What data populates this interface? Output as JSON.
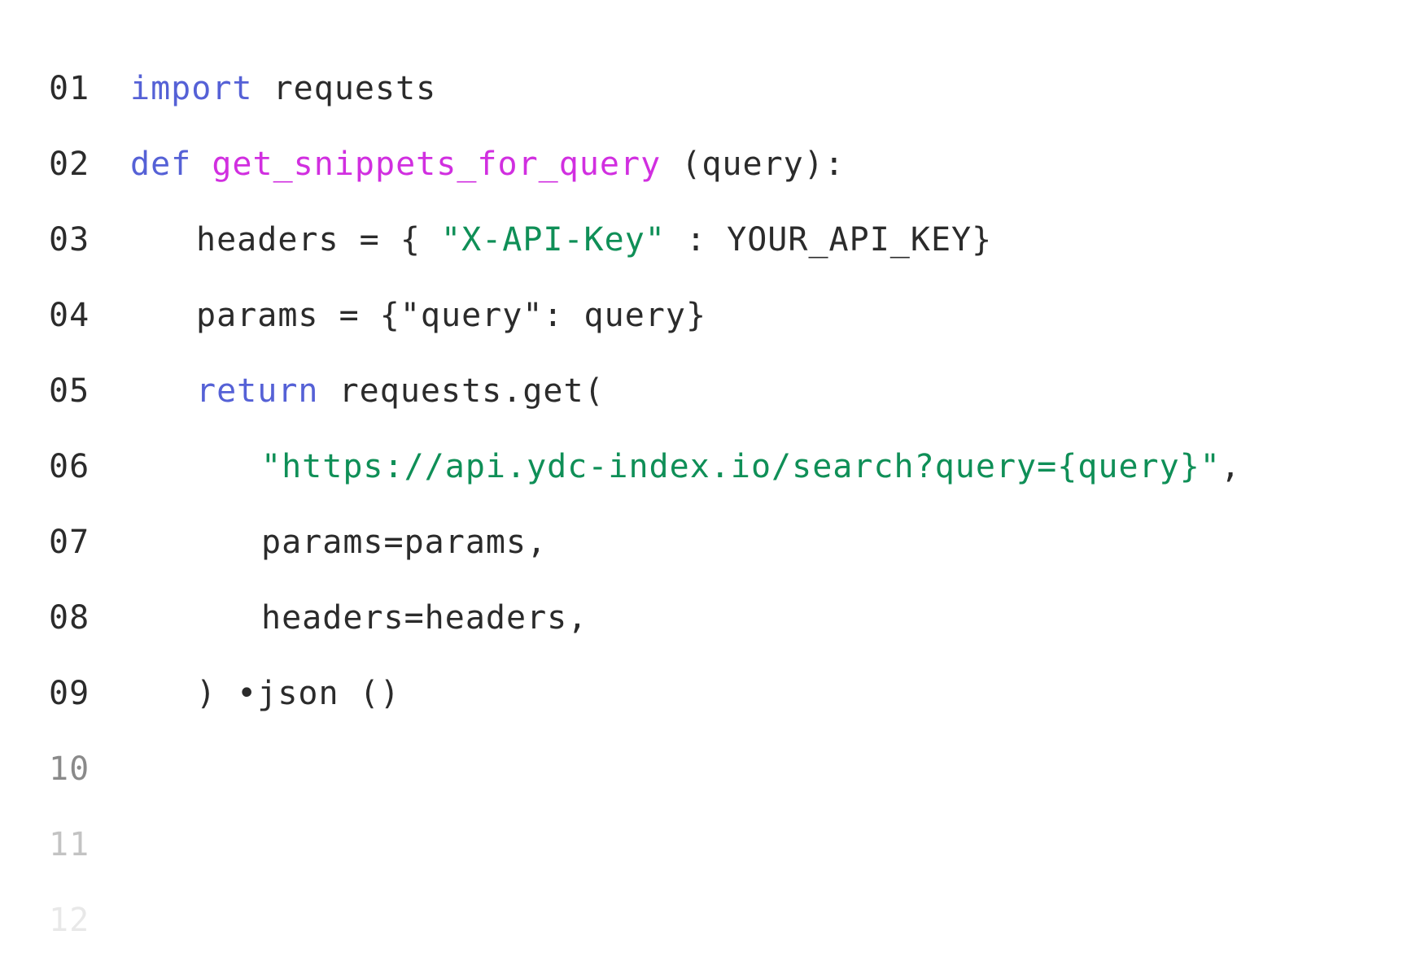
{
  "code_editor": {
    "lines": [
      {
        "number": "01",
        "tokens": [
          {
            "t": "import",
            "k": "kw"
          },
          {
            "t": " requests",
            "k": "plain"
          }
        ]
      },
      {
        "number": "02",
        "tokens": [
          {
            "t": "def",
            "k": "kw"
          },
          {
            "t": " ",
            "k": "plain"
          },
          {
            "t": "get_snippets_for_query",
            "k": "fn"
          },
          {
            "t": " (query):",
            "k": "plain"
          }
        ]
      },
      {
        "number": "03",
        "tokens": [
          {
            "t": "headers = { ",
            "k": "plain"
          },
          {
            "t": "\"X-API-Key\"",
            "k": "str"
          },
          {
            "t": " : YOUR_API_KEY}",
            "k": "plain"
          }
        ]
      },
      {
        "number": "04",
        "tokens": [
          {
            "t": "params = {\"query\": query}",
            "k": "plain"
          }
        ]
      },
      {
        "number": "05",
        "tokens": [
          {
            "t": "return",
            "k": "kw"
          },
          {
            "t": " requests.get(",
            "k": "plain"
          }
        ]
      },
      {
        "number": "06",
        "tokens": [
          {
            "t": "\"https://api.ydc-index.io/search?query={query}\"",
            "k": "str"
          },
          {
            "t": ",",
            "k": "plain"
          }
        ]
      },
      {
        "number": "07",
        "tokens": [
          {
            "t": "params=params,",
            "k": "plain"
          }
        ]
      },
      {
        "number": "08",
        "tokens": [
          {
            "t": "headers=headers,",
            "k": "plain"
          }
        ]
      },
      {
        "number": "09",
        "tokens": [
          {
            "t": ") •json ()",
            "k": "plain"
          }
        ]
      },
      {
        "number": "10",
        "tokens": []
      },
      {
        "number": "11",
        "tokens": []
      },
      {
        "number": "12",
        "tokens": []
      }
    ],
    "colors": {
      "keyword": "#5561d6",
      "function": "#d12fe0",
      "string": "#0f8f57",
      "text": "#2b2b2b"
    }
  }
}
